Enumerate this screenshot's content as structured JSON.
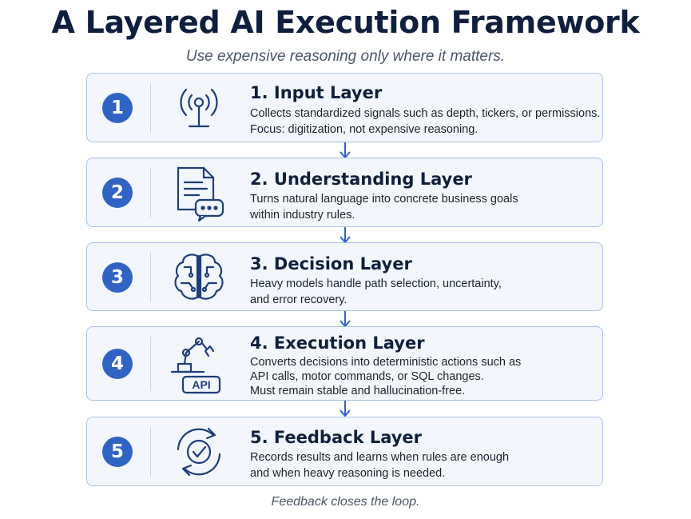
{
  "title": "A Layered AI Execution Framework",
  "subtitle": "Use expensive reasoning only where it matters.",
  "footer": "Feedback closes the loop.",
  "colors": {
    "accent": "#2f63c4",
    "card_bg": "#f3f7fd",
    "card_border": "#a9c2e6",
    "icon": "#1f3d7a"
  },
  "layers": [
    {
      "number": "1",
      "title": "1. Input Layer",
      "icon": "antenna-icon",
      "lines": [
        "Collects standardized signals such as depth, tickers, or permissions.",
        "Focus: digitization, not expensive reasoning."
      ]
    },
    {
      "number": "2",
      "title": "2. Understanding Layer",
      "icon": "document-chat-icon",
      "lines": [
        "Turns natural language into concrete business goals",
        "within industry rules."
      ]
    },
    {
      "number": "3",
      "title": "3. Decision Layer",
      "icon": "brain-circuit-icon",
      "lines": [
        "Heavy models handle path selection, uncertainty,",
        "and error recovery."
      ]
    },
    {
      "number": "4",
      "title": "4. Execution Layer",
      "icon": "robot-arm-icon",
      "icon_label": "API",
      "lines": [
        "Converts decisions into deterministic actions such as",
        "API calls, motor commands, or SQL changes.",
        "Must remain stable and hallucination-free."
      ]
    },
    {
      "number": "5",
      "title": "5. Feedback Layer",
      "icon": "cycle-check-icon",
      "lines": [
        "Records results and learns when rules are enough",
        "and when heavy reasoning is needed."
      ]
    }
  ]
}
